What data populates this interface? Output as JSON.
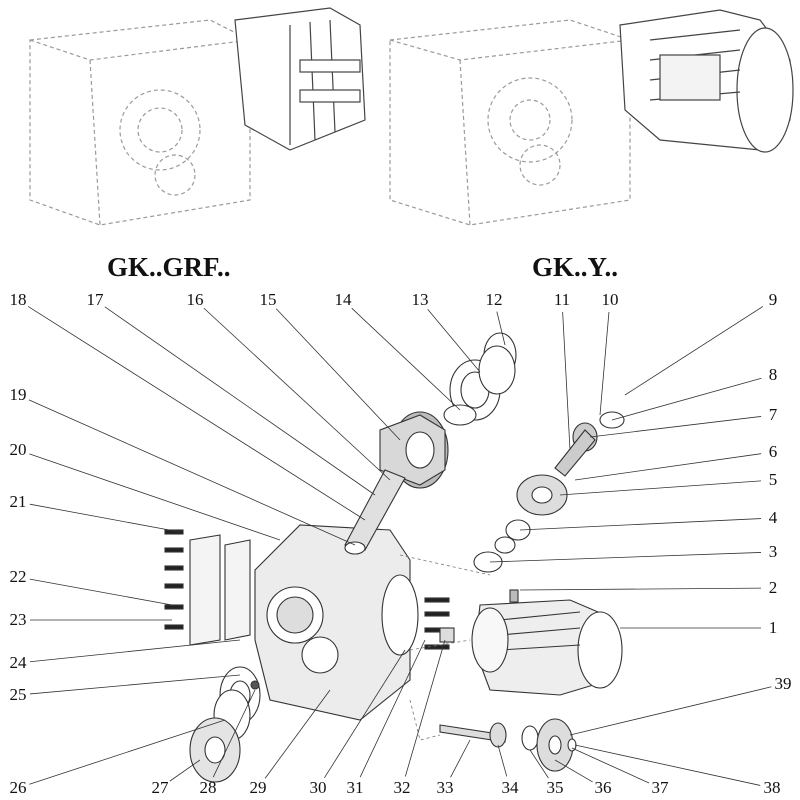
{
  "titles": {
    "left_variant": "GK..GRF..",
    "right_variant": "GK..Y.."
  },
  "part_numbers": [
    "1",
    "2",
    "3",
    "4",
    "5",
    "6",
    "7",
    "8",
    "9",
    "10",
    "11",
    "12",
    "13",
    "14",
    "15",
    "16",
    "17",
    "18",
    "19",
    "20",
    "21",
    "22",
    "23",
    "24",
    "25",
    "26",
    "27",
    "28",
    "29",
    "30",
    "31",
    "32",
    "33",
    "34",
    "35",
    "36",
    "37",
    "38",
    "39"
  ],
  "colors": {
    "line": "#333333",
    "dashed": "#9a9a9a",
    "fill": "#e6e6e6"
  }
}
